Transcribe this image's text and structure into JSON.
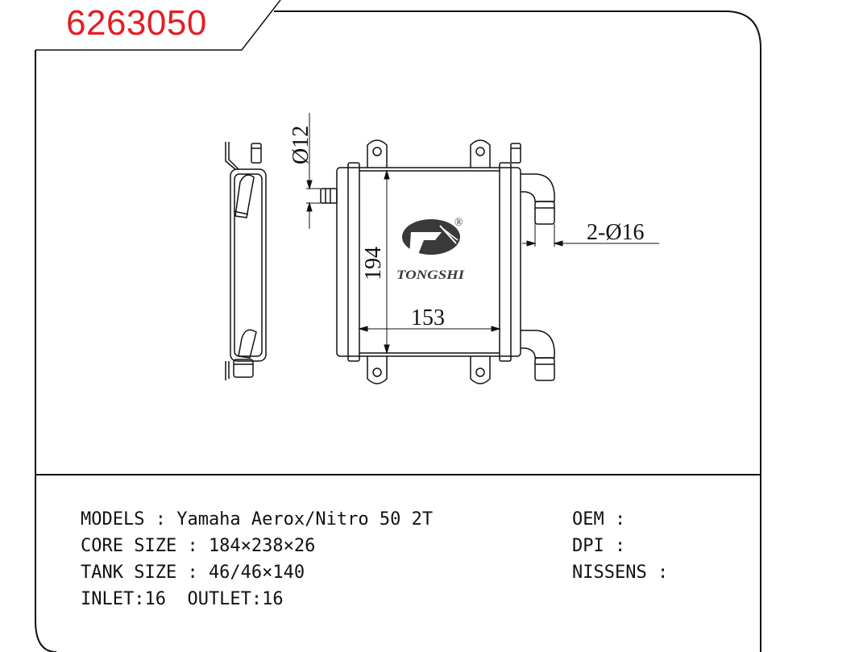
{
  "header": {
    "part_number": "6263050",
    "accent_color": "#e31e24"
  },
  "dimensions": {
    "pipe_diameter": "Ø12",
    "height": "194",
    "width": "153",
    "outlets": "2-Ø16"
  },
  "logo": {
    "text": "TONGSHI",
    "mark": "®",
    "icon": "tongshi-swoosh-icon",
    "color": "#3a3a3a"
  },
  "specs": {
    "models": "MODELS : Yamaha Aerox/Nitro 50 2T",
    "core_size": "CORE SIZE : 184×238×26",
    "tank_size": "TANK SIZE : 46/46×140",
    "inlet_outlet": "INLET:16  OUTLET:16",
    "oem": "OEM :",
    "dpi": "DPI :",
    "nissens": "NISSENS :"
  }
}
